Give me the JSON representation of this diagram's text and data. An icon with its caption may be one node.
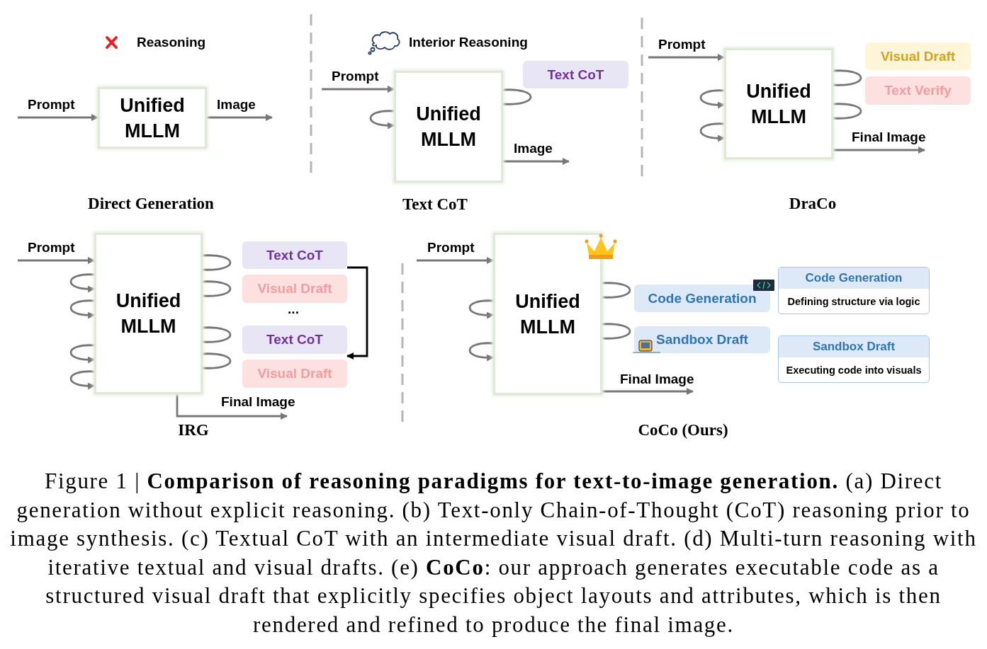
{
  "diagram": {
    "caption": "Figure 1 | **Comparison of reasoning paradigms for text-to-image generation.** (a) Direct generation without explicit reasoning. (b) Text-only Chain-of-Thought (CoT) reasoning prior to image synthesis. (c) Textual CoT with an intermediate visual draft. (d) Multi-turn reasoning with iterative textual and visual drafts. (e) **CoCo**: our approach generates executable code as a structured visual draft that explicitly specifies object layouts and attributes, which is then rendered and refined to produce the final image.",
    "nodes": [
      {
        "text": [
          "Unified MLLM"
        ]
      },
      {
        "text": [
          "Unified MLLM"
        ]
      },
      {
        "text": [
          "Text CoT"
        ]
      },
      {
        "text": [
          "Unified MLLM"
        ]
      },
      {
        "text": [
          "Visual Draft"
        ]
      },
      {
        "text": [
          "Text Verify"
        ]
      },
      {
        "text": [
          "Unified MLLM"
        ]
      },
      {
        "text": [
          "Text CoT"
        ]
      },
      {
        "text": [
          "Visual Draft"
        ]
      },
      {
        "text": [
          "Text CoT"
        ]
      },
      {
        "text": [
          "Visual Draft"
        ]
      },
      {
        "text": [
          "Unified MLLM"
        ]
      },
      {
        "text": [
          "Code Generation"
        ]
      },
      {
        "text": [
          "Sandbox Draft"
        ]
      },
      {
        "text": [
          "Code Generation",
          "Defining structure via logic"
        ]
      },
      {
        "text": [
          "Sandbox Draft",
          "Executing code into visuals"
        ]
      }
    ],
    "edges": [
      {
        "from": null,
        "to": 0,
        "arrow": "to",
        "label": "Prompt"
      },
      {
        "from": 0,
        "to": null,
        "arrow": "to",
        "label": "Image"
      },
      {
        "from": null,
        "to": 1,
        "arrow": "to",
        "label": "Prompt"
      },
      {
        "from": 1,
        "to": null,
        "arrow": "to",
        "label": "Image"
      },
      {
        "from": null,
        "to": 3,
        "arrow": "to",
        "label": "Prompt"
      },
      {
        "from": 3,
        "to": null,
        "arrow": "to",
        "label": "Final Image"
      },
      {
        "from": null,
        "to": 6,
        "arrow": "to",
        "label": "Prompt"
      },
      {
        "from": 6,
        "to": null,
        "arrow": "to",
        "label": "Final Image"
      },
      {
        "from": 7,
        "to": 10,
        "arrow": "to",
        "color": "#000000"
      },
      {
        "from": null,
        "to": 11,
        "arrow": "to",
        "label": "Prompt"
      },
      {
        "from": 11,
        "to": null,
        "arrow": "to",
        "label": "Final Image"
      },
      {
        "from": 1,
        "to": 1,
        "arrow": "none"
      },
      {
        "from": 1,
        "to": 1,
        "arrow": "to"
      },
      {
        "from": 3,
        "to": 3,
        "arrow": "none"
      },
      {
        "from": 3,
        "to": 3,
        "arrow": "none"
      },
      {
        "from": 3,
        "to": 3,
        "arrow": "to"
      },
      {
        "from": 3,
        "to": 3,
        "arrow": "to"
      },
      {
        "from": 6,
        "to": 6,
        "arrow": "none"
      },
      {
        "from": 6,
        "to": 6,
        "arrow": "none"
      },
      {
        "from": 6,
        "to": 6,
        "arrow": "none"
      },
      {
        "from": 6,
        "to": 6,
        "arrow": "none"
      },
      {
        "from": 6,
        "to": 6,
        "arrow": "to"
      },
      {
        "from": 6,
        "to": 6,
        "arrow": "to"
      },
      {
        "from": 6,
        "to": 6,
        "arrow": "to"
      },
      {
        "from": 6,
        "to": 6,
        "arrow": "to"
      },
      {
        "from": 11,
        "to": 11,
        "arrow": "none"
      },
      {
        "from": 11,
        "to": 11,
        "arrow": "none"
      },
      {
        "from": 11,
        "to": 11,
        "arrow": "to"
      },
      {
        "from": 11,
        "to": 11,
        "arrow": "to"
      }
    ],
    "labels": [
      "Reasoning",
      "Interior Reasoning",
      "Direct Generation",
      "Text CoT",
      "DraCo",
      "...",
      "IRG",
      "CoCo (Ours)"
    ]
  }
}
